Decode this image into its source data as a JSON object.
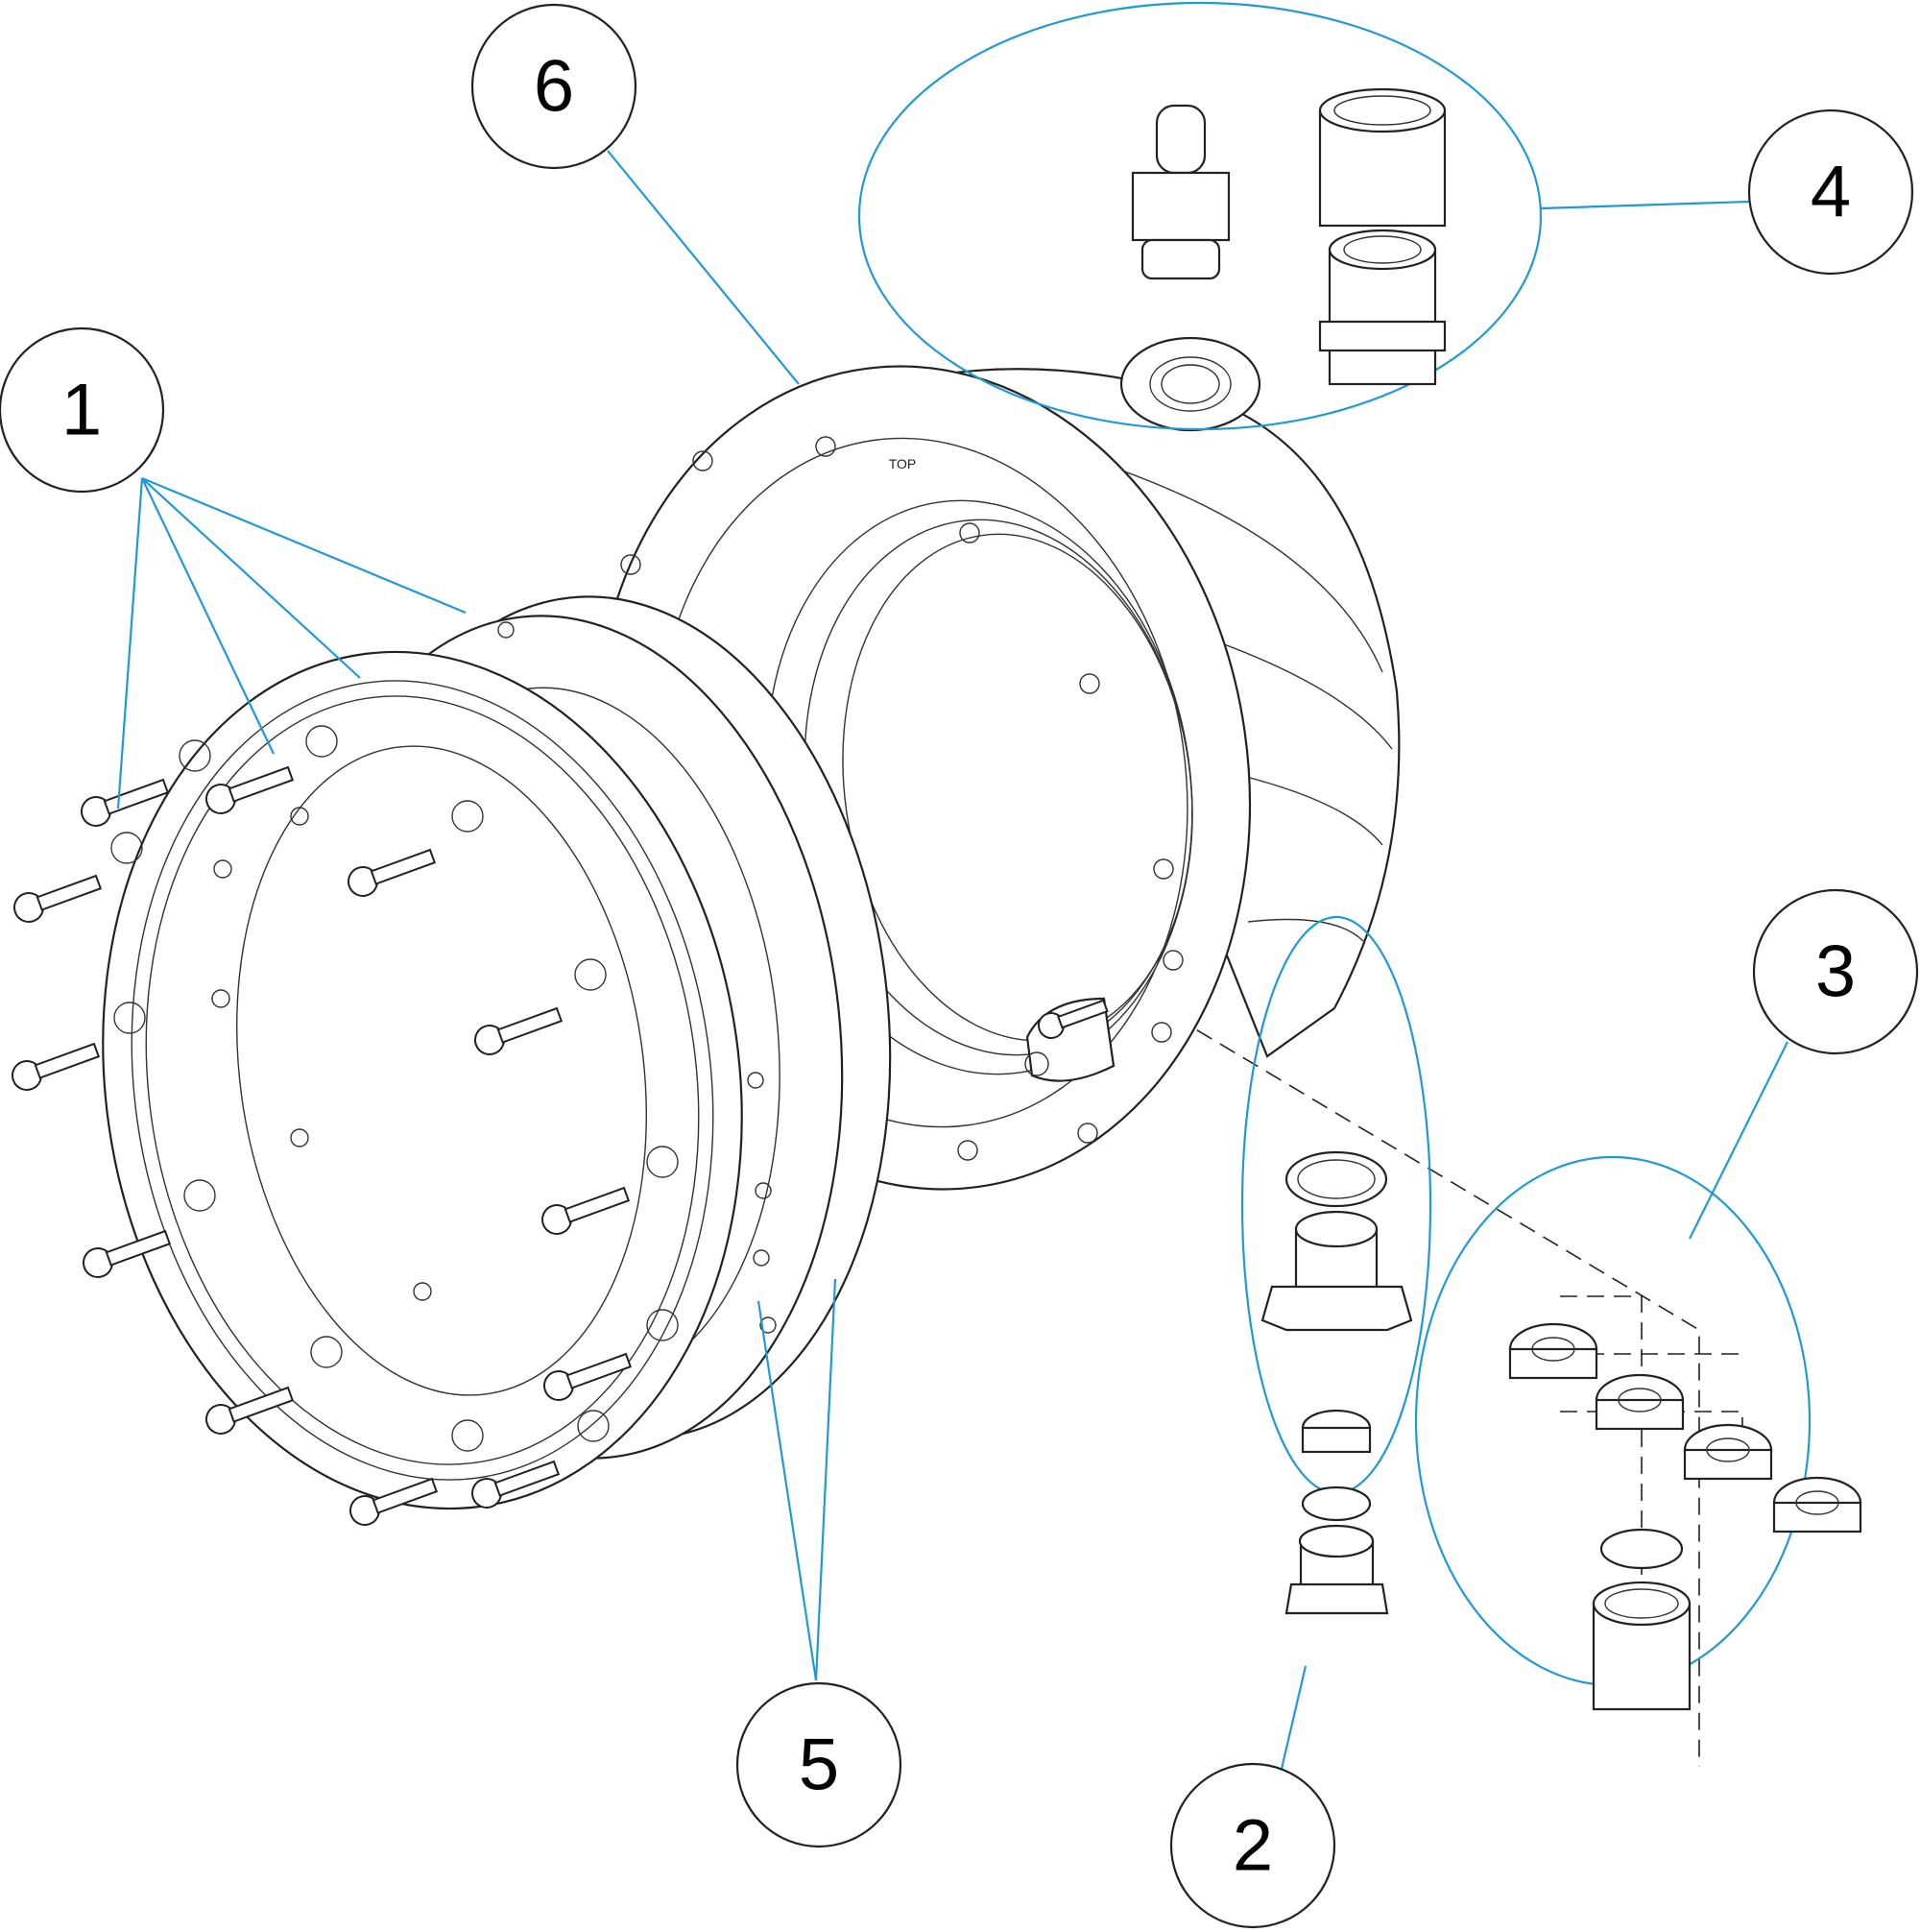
{
  "diagram": {
    "callouts": [
      {
        "id": "1",
        "label": "1"
      },
      {
        "id": "2",
        "label": "2"
      },
      {
        "id": "3",
        "label": "3"
      },
      {
        "id": "4",
        "label": "4"
      },
      {
        "id": "5",
        "label": "5"
      },
      {
        "id": "6",
        "label": "6"
      }
    ],
    "body_marking": "TOP",
    "colors": {
      "leader": "#1f9ad6",
      "outline": "#222222"
    }
  }
}
